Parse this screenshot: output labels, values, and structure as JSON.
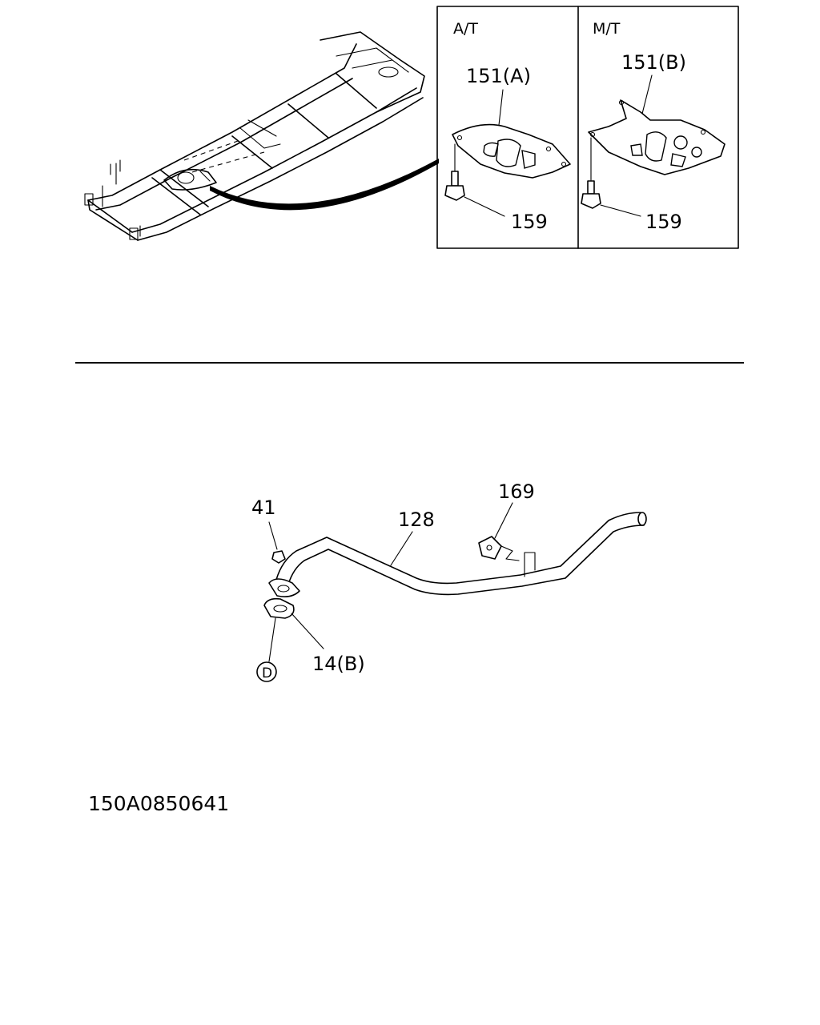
{
  "inset_panels": [
    {
      "header": "A/T",
      "part_label": "151(A)",
      "bolt_label": "159"
    },
    {
      "header": "M/T",
      "part_label": "151(B)",
      "bolt_label": "159"
    }
  ],
  "pipe_labels": {
    "nut": "41",
    "pipe": "128",
    "hanger": "169",
    "gasket": "14(B)",
    "connector": "D"
  },
  "document_code": "150A0850641"
}
